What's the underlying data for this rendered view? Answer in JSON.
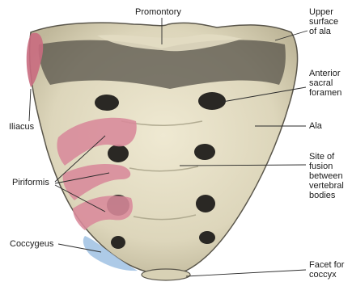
{
  "diagram": {
    "labels": {
      "promontory": "Promontory",
      "upper_surface_of_ala": "Upper\nsurface\nof ala",
      "anterior_sacral_foramen": "Anterior\nsacral\nforamen",
      "ala": "Ala",
      "site_of_fusion": "Site of\nfusion\nbetween\nvertebral\nbodies",
      "iliacus": "Iliacus",
      "piriformis": "Piriformis",
      "coccygeus": "Coccygeus",
      "facet_for_coccyx": "Facet for\ncoccyx"
    },
    "colors": {
      "bone": "#e6e0c6",
      "bone_shadow": "#4a4740",
      "foramen": "#2a2824",
      "iliacus_muscle": "#c96b80",
      "piriformis_muscle": "#d98a9b",
      "coccygeus_muscle": "#a9c7e6",
      "leader_line": "#2b2b2b"
    }
  }
}
